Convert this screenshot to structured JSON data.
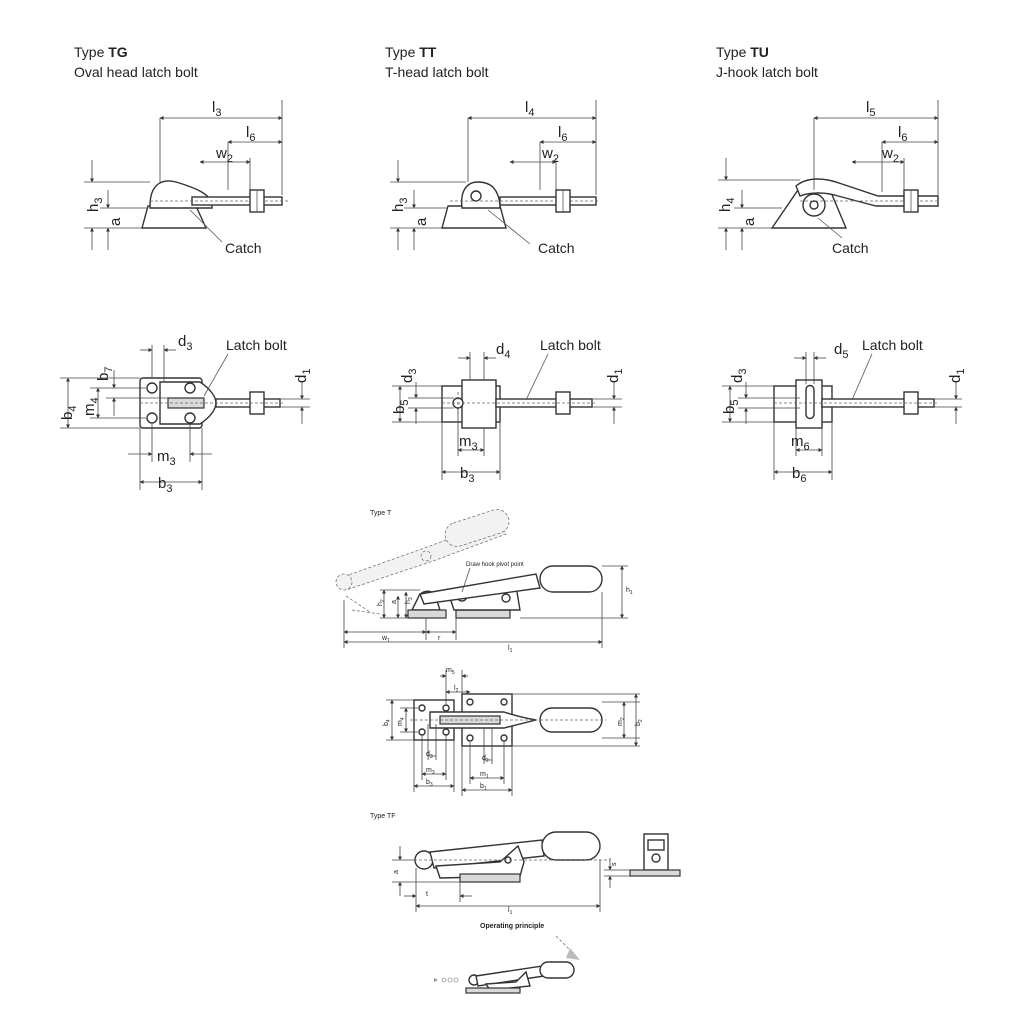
{
  "types": {
    "tg": {
      "prefix": "Type ",
      "code": "TG",
      "desc": "Oval head latch bolt"
    },
    "tt": {
      "prefix": "Type ",
      "code": "TT",
      "desc": "T-head latch bolt"
    },
    "tu": {
      "prefix": "Type ",
      "code": "TU",
      "desc": "J-hook latch bolt"
    }
  },
  "labels": {
    "catch": "Catch",
    "latch_bolt": "Latch bolt",
    "type_t": "Type T",
    "type_tf": "Type TF",
    "draw_hook_pivot": "Draw hook pivot point",
    "operating_principle": "Operating principle"
  },
  "dims": {
    "l": "l",
    "h": "h",
    "w": "w",
    "d": "d",
    "b": "b",
    "m": "m",
    "a": "a",
    "r": "r",
    "t": "t",
    "s1": "1",
    "s2": "2",
    "s3": "3",
    "s4": "4",
    "s5": "5",
    "s6": "6",
    "s7": "7"
  }
}
